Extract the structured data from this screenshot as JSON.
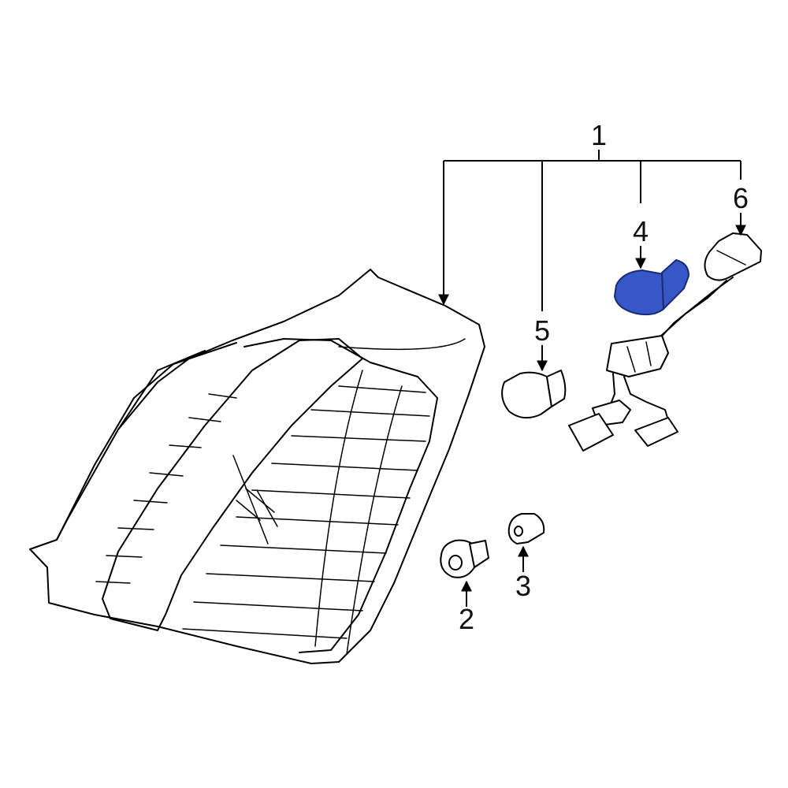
{
  "callouts": {
    "c1": "1",
    "c2": "2",
    "c3": "3",
    "c4": "4",
    "c5": "5",
    "c6": "6"
  },
  "colors": {
    "highlight_part": "#3557c8",
    "line": "#000000",
    "background": "#ffffff"
  }
}
